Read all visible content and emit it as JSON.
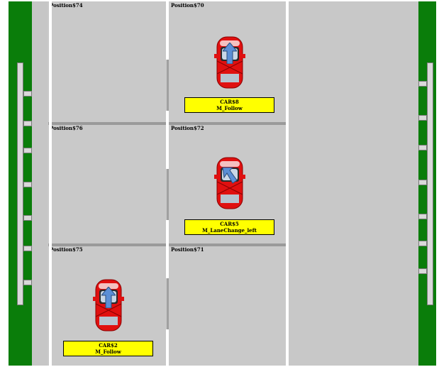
{
  "cells": {
    "p74": "Position$74",
    "p70": "Position$70",
    "p76": "Position$76",
    "p72": "Position$72",
    "p75": "Position$75",
    "p71": "Position$71"
  },
  "cars": [
    {
      "id": "CAR$8",
      "mode": "M_Follow",
      "heading": "forward"
    },
    {
      "id": "CAR$5",
      "mode": "M_LaneChange_left",
      "heading": "left"
    },
    {
      "id": "CAR$2",
      "mode": "M_Follow",
      "heading": "forward"
    }
  ],
  "colors": {
    "grass": "#0a7d0a",
    "road": "#c8c8c8",
    "car_body": "#e01010",
    "info_box": "#ffff00",
    "arrow": "#5b8fd6"
  },
  "icons": {
    "car": "car-top-view-icon",
    "arrow": "direction-arrow-icon"
  }
}
